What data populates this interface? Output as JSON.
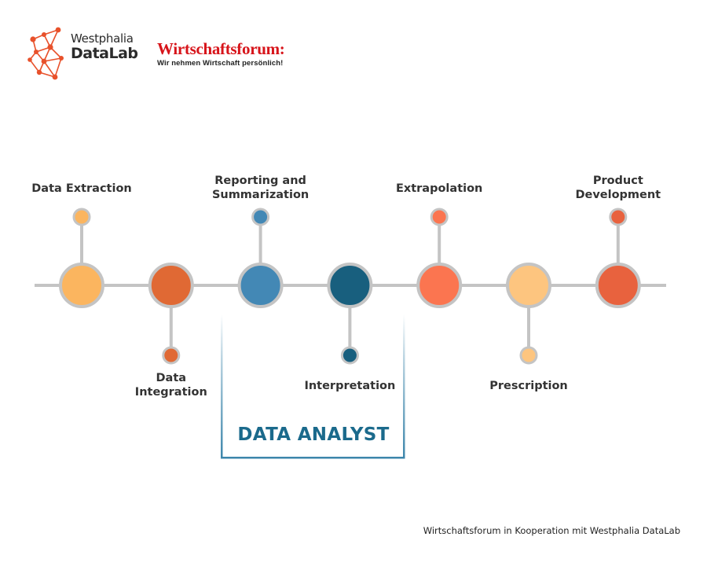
{
  "logos": {
    "westphalia": {
      "line1": "Westphalia",
      "line2": "DataLab",
      "accent_color": "#e8512b",
      "text_color": "#2b2b2b"
    },
    "wirtschaftsforum": {
      "title": "Wirtschaftsforum:",
      "tagline": "Wir nehmen Wirtschaft persönlich!",
      "color": "#d7141a"
    }
  },
  "timeline": {
    "line_color": "#c4c4c4",
    "steps": [
      {
        "label": "Data Extraction",
        "position": "top",
        "color": "#fbb55f"
      },
      {
        "label": "Data\nIntegration",
        "position": "bottom",
        "color": "#e06934"
      },
      {
        "label": "Reporting and\nSummarization",
        "position": "top",
        "color": "#4388b5"
      },
      {
        "label": "Interpretation",
        "position": "bottom",
        "color": "#185f7e"
      },
      {
        "label": "Extrapolation",
        "position": "top",
        "color": "#fb7550"
      },
      {
        "label": "Prescription",
        "position": "bottom",
        "color": "#fdc57f"
      },
      {
        "label": "Product\nDevelopment",
        "position": "top",
        "color": "#e8623e"
      }
    ]
  },
  "bracket": {
    "label": "DATA ANALYST",
    "color": "#3d86ab"
  },
  "footer": {
    "credit": "Wirtschaftsforum in Kooperation mit Westphalia DataLab"
  }
}
